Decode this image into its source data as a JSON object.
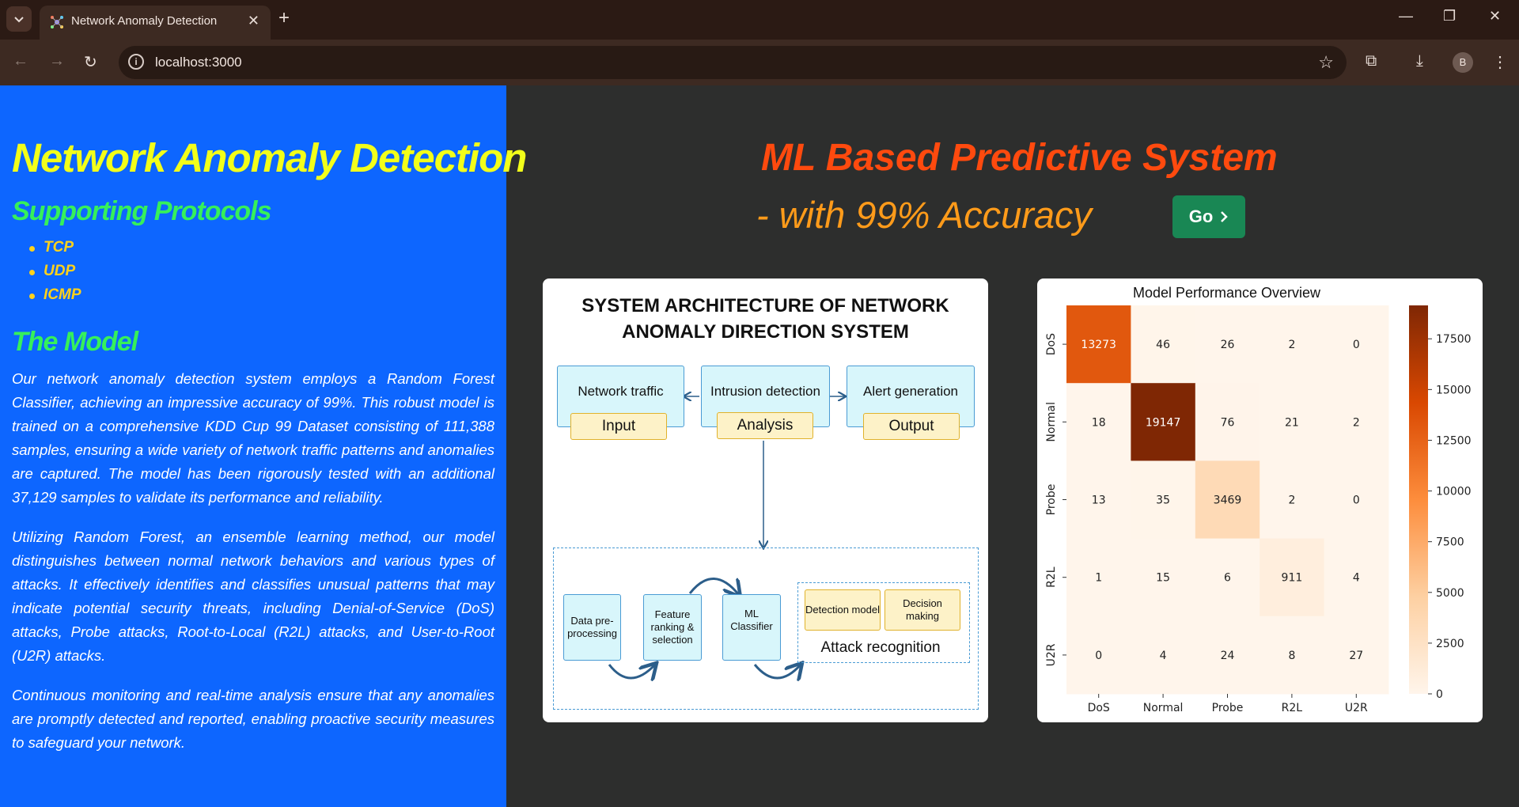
{
  "browser": {
    "tab_title": "Network Anomaly Detection",
    "url": "localhost:3000",
    "profile_initial": "B"
  },
  "left": {
    "title": "Network Anomaly Detection",
    "protocols_heading": "Supporting Protocols",
    "protocols": [
      "TCP",
      "UDP",
      "ICMP"
    ],
    "model_heading": "The Model",
    "paragraphs": [
      "Our network anomaly detection system employs a Random Forest Classifier, achieving an impressive accuracy of 99%. This robust model is trained on a comprehensive KDD Cup 99 Dataset consisting of 111,388 samples, ensuring a wide variety of network traffic patterns and anomalies are captured. The model has been rigorously tested with an additional 37,129 samples to validate its performance and reliability.",
      "Utilizing Random Forest, an ensemble learning method, our model distinguishes between normal network behaviors and various types of attacks. It effectively identifies and classifies unusual patterns that may indicate potential security threats, including Denial-of-Service (DoS) attacks, Probe attacks, Root-to-Local (R2L) attacks, and User-to-Root (U2R) attacks.",
      "Continuous monitoring and real-time analysis ensure that any anomalies are promptly detected and reported, enabling proactive security measures to safeguard your network."
    ]
  },
  "right": {
    "title": "ML Based Predictive System",
    "subtitle": "- with 99% Accuracy",
    "go_label": "Go"
  },
  "architecture": {
    "title_line1": "SYSTEM ARCHITECTURE OF NETWORK",
    "title_line2": "ANOMALY DIRECTION SYSTEM",
    "top_boxes": [
      {
        "label": "Network traffic",
        "tag": "Input"
      },
      {
        "label": "Intrusion detection",
        "tag": "Analysis"
      },
      {
        "label": "Alert generation",
        "tag": "Output"
      }
    ],
    "steps": [
      "Data pre-processing",
      "Feature ranking & selection",
      "ML Classifier"
    ],
    "recognition": {
      "items": [
        "Detection model",
        "Decision making"
      ],
      "label": "Attack recognition"
    }
  },
  "chart_data": {
    "type": "heatmap",
    "title": "Model Performance Overview",
    "x_categories": [
      "DoS",
      "Normal",
      "Probe",
      "R2L",
      "U2R"
    ],
    "y_categories": [
      "DoS",
      "Normal",
      "Probe",
      "R2L",
      "U2R"
    ],
    "values": [
      [
        13273,
        46,
        26,
        2,
        0
      ],
      [
        18,
        19147,
        76,
        21,
        2
      ],
      [
        13,
        35,
        3469,
        2,
        0
      ],
      [
        1,
        15,
        6,
        911,
        4
      ],
      [
        0,
        4,
        24,
        8,
        27
      ]
    ],
    "colorbar_ticks": [
      "0",
      "2500",
      "5000",
      "7500",
      "10000",
      "12500",
      "15000",
      "17500"
    ],
    "colorbar_range": [
      0,
      19147
    ],
    "colormap": [
      "#fff5eb",
      "#fdd0a2",
      "#fd8d3c",
      "#d94801",
      "#7f2704"
    ]
  }
}
